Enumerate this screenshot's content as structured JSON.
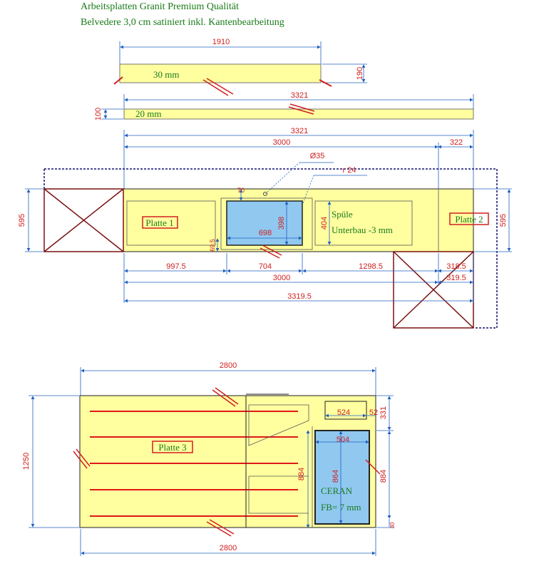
{
  "header": {
    "line1": "Arbeitsplatten Granit Premium Qualität",
    "line2": "Belvedere 3,0 cm satiniert inkl. Kantenbearbeitung"
  },
  "strip30": {
    "width": "1910",
    "depth": "190",
    "label": "30 mm"
  },
  "strip20": {
    "width": "3321",
    "depth": "100",
    "label": "20 mm"
  },
  "section1": {
    "top_total": "3321",
    "top_3000": "3000",
    "top_322": "322",
    "diameter": "Ø35",
    "r24": "r 24",
    "d_595_left": "595",
    "d_595_right": "595",
    "sink_w": "698",
    "sink_h": "398",
    "d_404": "404",
    "d_70": "70",
    "d_695": "69.5",
    "platte1": "Platte 1",
    "platte2": "Platte 2",
    "spuele_line1": "Spüle",
    "spuele_line2": "Unterbau -3 mm",
    "b_9975": "997.5",
    "b_704": "704",
    "b_12985": "1298.5",
    "b_3185": "318.5",
    "b_3000": "3000",
    "b_3195": "319.5",
    "b_33195": "3319.5"
  },
  "section3": {
    "top_2800": "2800",
    "bottom_2800": "2800",
    "left_1250": "1250",
    "platte3": "Platte 3",
    "d_524": "524",
    "d_52": "52",
    "d_331": "331",
    "d_504": "504",
    "d_864": "864",
    "d_884_left": "884",
    "d_884_right": "884",
    "d_30": "30",
    "ceran_line1": "CERAN",
    "ceran_line2": "FB= 7 mm"
  },
  "colors": {
    "slab": "#ffffa0",
    "dimension": "#d02020",
    "dimline": "#2060c0",
    "cutout": "#90c8f0",
    "cabinet": "#7a1010",
    "label": "#1a7a1a"
  }
}
